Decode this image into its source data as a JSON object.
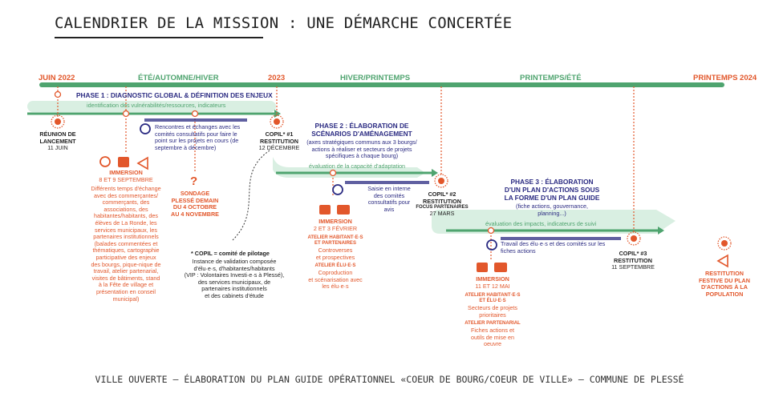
{
  "title": "CALENDRIER DE LA MISSION : UNE DÉMARCHE CONCERTÉE",
  "footer": "VILLE OUVERTE – ÉLABORATION DU PLAN GUIDE OPÉRATIONNEL «COEUR DE BOURG/COEUR DE VILLE» – COMMUNE DE PLESSÉ",
  "timeline": {
    "juin": "JUIN 2022",
    "ete_hiver": "ÉTÉ/AUTOMNE/HIVER",
    "y2023": "2023",
    "hiver_printemps": "HIVER/PRINTEMPS",
    "printemps_ete": "PRINTEMPS/ÉTÉ",
    "printemps2024": "PRINTEMPS 2024"
  },
  "phase1": {
    "title": "PHASE 1 : DIAGNOSTIC GLOBAL & DÉFINITION DES ENJEUX",
    "band": "identification des vulnérabilités/ressources, indicateurs",
    "reunion_title": "RÉUNION DE\nLANCEMENT",
    "reunion_date": "11 JUIN",
    "rencontres": "Rencontres et échanges avec les\ncomités consultatifs  pour faire le\npoint sur les projets en cours (de\nseptembre à décembre)",
    "immersion_title": "IMMERSION",
    "immersion_date": "8 ET 9 SEPTEMBRE",
    "immersion_text": "Différents temps d'échange\navec des commerçantes/\ncommerçants, des\nassociations, des\nhabitantes/habitants, des\nélèves de La Ronde, les\nservices municipaux, les\npartenaires institutionnels\n(balades commentées et\nthématiques, cartographie\nparticipative des enjeux\ndes bourgs, pique-nique de\ntravail, atelier partenarial,\nvisites de bâtiments, stand\nà la Fête de village et\nprésentation en conseil\nmunicipal)",
    "sondage_title": "SONDAGE\nPLESSÉ DEMAIN",
    "sondage_date": "DU 4 OCTOBRE\nAU 4 NOVEMBRE",
    "copil_note_title": "* COPIL = comité de pilotage",
    "copil_note_text": "Instance de validation composée\nd'élu·e·s, d'habitantes/habitants\n(VIP : Volontaires Investi·e·s à Plessé),\ndes services municipaux, de\npartenaires institutionnels\net des cabinets d'étude"
  },
  "copil1": {
    "title": "COPIL* #1\nRESTITUTION",
    "date": "12 DÉCEMBRE"
  },
  "phase2": {
    "title": "PHASE 2 : ÉLABORATION DE\nSCÉNARIOS D'AMÉNAGEMENT",
    "desc": "(axes stratégiques communs aux 3 bourgs/\nactions à réaliser et secteurs de projets\nspécifiques à chaque bourg)",
    "band": "évaluation de la capacité d'adaptation",
    "saisie": "Saisie en interne\ndes comités\nconsultatifs pour\navis",
    "immersion_title": "IMMERSION",
    "immersion_date": "2 ET 3 FÉVRIER",
    "atelier1_title": "ATELIER HABITANT·E·S\nET PARTENAIRES",
    "atelier1_text": "Controverses\net prospectives",
    "atelier2_title": "ATELIER ÉLU·E·S",
    "atelier2_text": "Coproduction\net scénarisation avec\nles élu·e·s"
  },
  "copil2": {
    "title": "COPIL* #2\nRESTITUTION",
    "sub": "FOCUS PARTENAIRES",
    "date": "27 MARS"
  },
  "phase3": {
    "title": "PHASE 3 : ÉLABORATION\nD'UN PLAN D'ACTIONS SOUS\nLA FORME D'UN PLAN GUIDE",
    "desc": "(fiche actions, gouvernance,\nplanning...)",
    "band": "évaluation des impacts, indicateurs de suivi",
    "travail": "Travail des élu·e·s et des comités sur les\nfiches actions",
    "immersion_title": "IMMERSION",
    "immersion_date": "11 ET 12 MAI",
    "atelier1_title": "ATELIER HABITANT·E·S\nET ÉLU·E·S",
    "atelier1_text": "Secteurs de projets\nprioritaires",
    "atelier2_title": "ATELIER PARTENARIAL",
    "atelier2_text": "Fiches actions et\noutils de mise en\noeuvre"
  },
  "copil3": {
    "title": "COPIL* #3\nRESTITUTION",
    "date": "11 SEPTEMBRE"
  },
  "restitution": {
    "title": "RESTITUTION\nFESTIVE DU PLAN\nD'ACTIONS À LA\nPOPULATION"
  },
  "colors": {
    "green": "#4fa46f",
    "light_green": "#d9efe2",
    "orange": "#e2572b",
    "navy": "#2b2b82"
  }
}
